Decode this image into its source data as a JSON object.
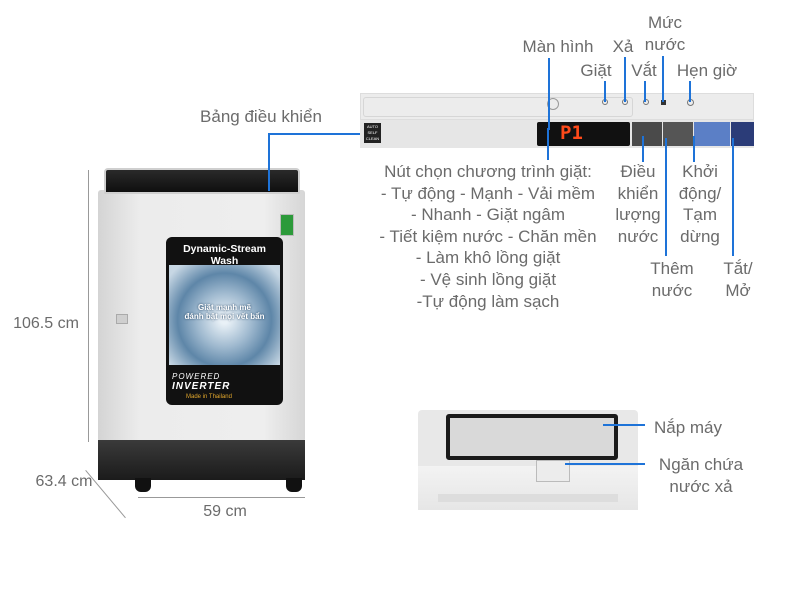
{
  "labels": {
    "control_panel": "Bảng điều khiển",
    "display": "Màn hình",
    "wash": "Giặt",
    "rinse": "Xả",
    "spin": "Vắt",
    "water_level": [
      "Mức",
      "nước"
    ],
    "timer": "Hẹn giờ",
    "program_button": [
      "Nút chọn chương trình giặt:",
      "- Tự động - Mạnh - Vải mềm",
      "- Nhanh - Giặt ngâm",
      "- Tiết kiệm nước - Chăn mền",
      "- Làm khô lồng giặt",
      "- Vệ sinh lồng giặt",
      "-Tự động làm sạch"
    ],
    "water_control": [
      "Điều",
      "khiển",
      "lượng",
      "nước"
    ],
    "add_water": [
      "Thêm",
      "nước"
    ],
    "start_pause": [
      "Khởi",
      "động/",
      "Tạm",
      "dừng"
    ],
    "power": [
      "Tắt/",
      "Mở"
    ],
    "lid": "Nắp máy",
    "detergent_drawer": [
      "Ngăn chứa",
      "nước xả"
    ]
  },
  "dimensions": {
    "height": "106.5 cm",
    "depth": "63.4 cm",
    "width": "59 cm"
  },
  "washer": {
    "sticker_title": "Dynamic-Stream Wash",
    "sticker_slogan": [
      "Giặt mạnh mẽ",
      "đánh bật mọi vết bẩn"
    ],
    "brand_line1": "POWERED",
    "brand_line2": "INVERTER",
    "made_in": "Made in Thailand"
  },
  "panel": {
    "display_value": "P1",
    "badge": "AUTO SELF CLEAN"
  },
  "colors": {
    "callout_line": "#1e73d8",
    "text": "#6b6b6b",
    "display_digits": "#ff4a1a"
  }
}
